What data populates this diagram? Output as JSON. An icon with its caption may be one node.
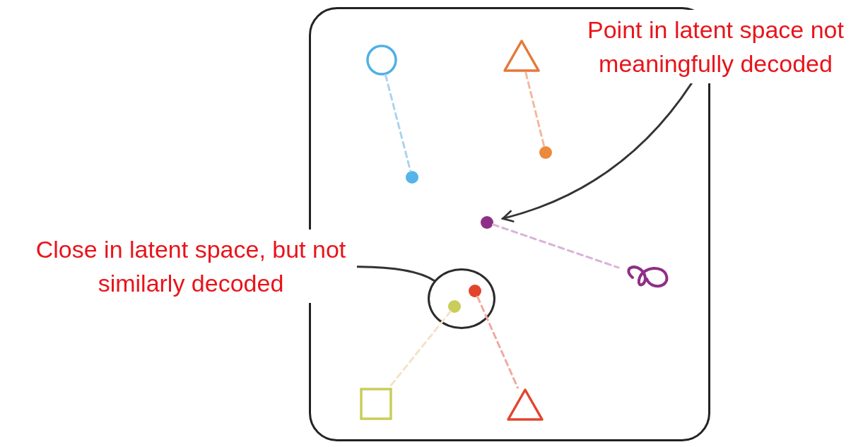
{
  "diagram": {
    "nodes": [
      {
        "text": [],
        "shape": "box"
      },
      {
        "text": [],
        "shape": "circle",
        "in": 0
      },
      {
        "text": [],
        "shape": "triangle",
        "in": 0
      },
      {
        "text": [],
        "shape": "circle",
        "in": 0
      },
      {
        "text": [],
        "shape": "circle",
        "in": 0
      },
      {
        "text": [],
        "shape": "circle",
        "in": 0
      },
      {
        "text": [],
        "shape": "picture",
        "in": 0
      },
      {
        "text": [],
        "shape": "circle",
        "in": 0
      },
      {
        "text": [],
        "shape": "circle",
        "in": 7
      },
      {
        "text": [],
        "shape": "circle",
        "in": 7
      },
      {
        "text": [],
        "shape": "box",
        "in": 0
      },
      {
        "text": [],
        "shape": "triangle",
        "in": 0
      },
      {
        "text": [
          "Point in latent space not meaningfully decoded"
        ]
      },
      {
        "text": [
          "Close in latent space, but not similarly decoded"
        ]
      }
    ],
    "edges": [
      {
        "from": 1,
        "to": 3,
        "arrow": "none",
        "style": "dashed",
        "color": "#a9d4f0"
      },
      {
        "from": 2,
        "to": 4,
        "arrow": "none",
        "style": "dashed",
        "color": "#f3b99a"
      },
      {
        "from": 5,
        "to": 6,
        "arrow": "none",
        "style": "dashed",
        "color": "#d9b3d6"
      },
      {
        "from": 8,
        "to": 11,
        "arrow": "none",
        "style": "dashed",
        "color": "#efaaa0"
      },
      {
        "from": 9,
        "to": 10,
        "arrow": "none",
        "style": "dashed",
        "color": "#f3e3c8"
      },
      {
        "from": 12,
        "to": 5,
        "arrow": "to"
      },
      {
        "from": 13,
        "to": 7,
        "arrow": "none"
      }
    ]
  }
}
